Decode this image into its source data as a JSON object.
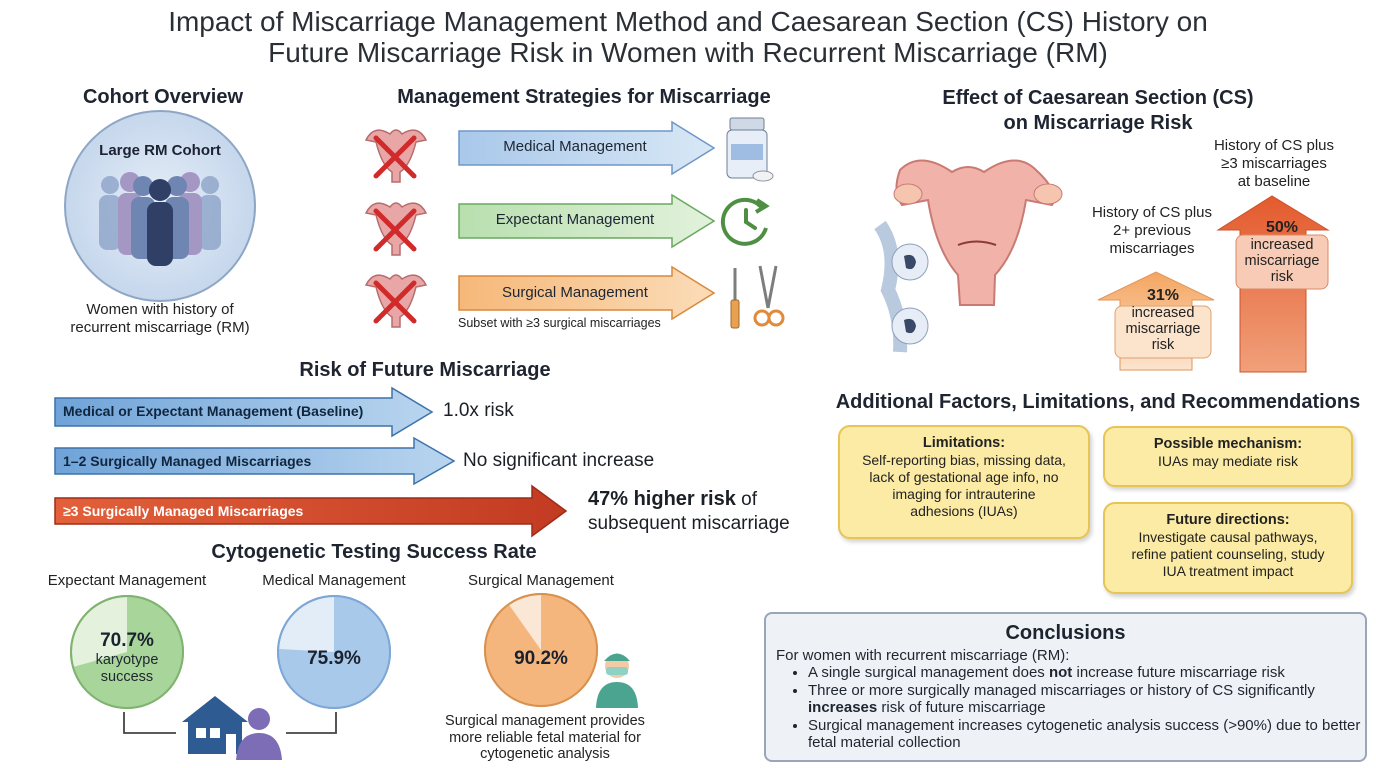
{
  "title_line1": "Impact of Miscarriage Management Method and Caesarean Section (CS) History on",
  "title_line2": "Future Miscarriage Risk in Women with Recurrent Miscarriage (RM)",
  "cohort": {
    "heading": "Cohort Overview",
    "circle_label": "Large RM Cohort",
    "caption_line1": "Women with history of",
    "caption_line2": "recurrent miscarriage (RM)"
  },
  "management": {
    "heading": "Management Strategies for Miscarriage",
    "items": [
      {
        "label": "Medical Management",
        "icon": "pill-bottle-icon"
      },
      {
        "label": "Expectant Management",
        "icon": "clock-icon"
      },
      {
        "label": "Surgical Management",
        "icon": "surgical-tools-icon"
      }
    ],
    "subset_note": "Subset with ≥3 surgical miscarriages"
  },
  "risk": {
    "heading": "Risk of Future Miscarriage",
    "rows": [
      {
        "label": "Medical or Expectant Management (Baseline)",
        "result": "1.0x risk"
      },
      {
        "label": "1–2 Surgically Managed Miscarriages",
        "result": "No significant increase"
      },
      {
        "label": "≥3 Surgically Managed Miscarriages",
        "result_bold": "47% higher risk",
        "result_rest": " of",
        "result_line2": "subsequent miscarriage"
      }
    ]
  },
  "cytogenetic": {
    "heading": "Cytogenetic Testing Success Rate",
    "pies": [
      {
        "label": "Expectant Management",
        "value": "70.7%",
        "sub1": "karyotype",
        "sub2": "success",
        "fraction": 0.707,
        "color": "#a8d59a"
      },
      {
        "label": "Medical Management",
        "value": "75.9%",
        "fraction": 0.759,
        "color": "#a9c9ea"
      },
      {
        "label": "Surgical Management",
        "value": "90.2%",
        "fraction": 0.902,
        "color": "#f5b67e"
      }
    ],
    "note_line1": "Surgical management provides",
    "note_line2": "more reliable fetal material for",
    "note_line3": "cytogenetic analysis"
  },
  "cs": {
    "heading_line1": "Effect of Caesarean Section (CS)",
    "heading_line2": "on Miscarriage Risk",
    "small": {
      "line1": "History of CS plus",
      "line2": "2+ previous",
      "line3": "miscarriages",
      "pct": "31%",
      "t1": "increased",
      "t2": "miscarriage",
      "t3": "risk"
    },
    "large": {
      "line1": "History of CS plus",
      "line2": "≥3 miscarriages",
      "line3": "at baseline",
      "pct": "50%",
      "t1": "increased",
      "t2": "miscarriage",
      "t3": "risk"
    }
  },
  "additional": {
    "heading": "Additional Factors, Limitations, and Recommendations",
    "limitations": {
      "title": "Limitations:",
      "l1": "Self-reporting bias, missing data,",
      "l2": "lack of gestational age info, no",
      "l3": "imaging for intrauterine",
      "l4": "adhesions (IUAs)"
    },
    "mechanism": {
      "title": "Possible mechanism:",
      "l1": "IUAs may mediate risk"
    },
    "future": {
      "title": "Future directions:",
      "l1": "Investigate causal pathways,",
      "l2": "refine patient counseling, study",
      "l3": "IUA treatment impact"
    }
  },
  "conclusions": {
    "heading": "Conclusions",
    "intro": "For women with recurrent miscarriage (RM):",
    "b1a": "A single surgical management does ",
    "b1b": "not",
    "b1c": " increase future miscarriage risk",
    "b2a": "Three or more surgically managed miscarriages or history of CS significantly",
    "b2b": "increases",
    "b2c": " risk of future miscarriage",
    "b3": "Surgical management increases cytogenetic analysis success (>90%) due to better fetal material collection"
  }
}
